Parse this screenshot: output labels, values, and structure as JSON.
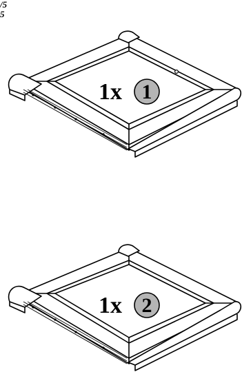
{
  "corner_label": {
    "line1": "/5",
    "line2": "5"
  },
  "parts": [
    {
      "quantity": "1x",
      "number": "1"
    },
    {
      "quantity": "1x",
      "number": "2"
    }
  ],
  "colors": {
    "badge_fill": "#b5b5b5",
    "line": "#000000",
    "background": "#ffffff"
  }
}
